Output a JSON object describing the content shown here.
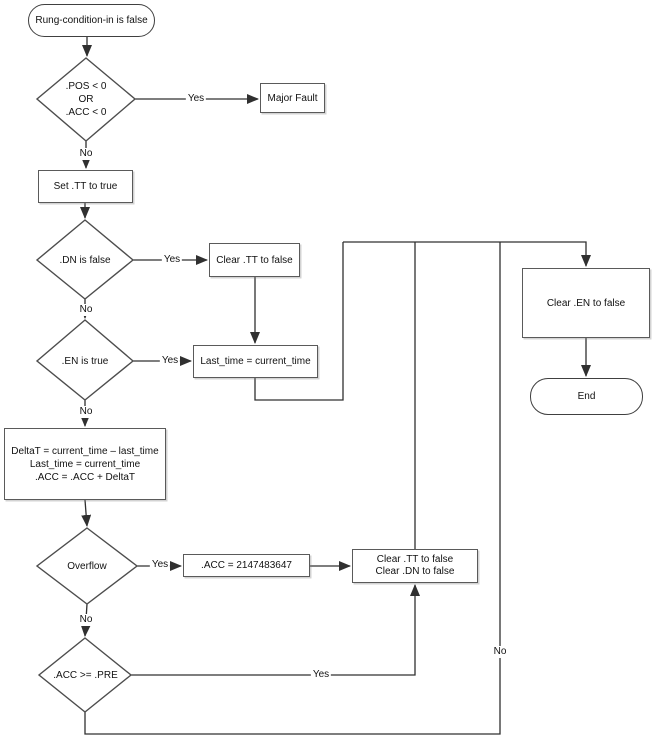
{
  "diagram": {
    "type": "flowchart",
    "nodes": {
      "start": "Rung-condition-in is false",
      "pre_check": [
        ".POS < 0",
        "OR",
        ".ACC < 0"
      ],
      "major_fault": "Major Fault",
      "set_tt": "Set .TT to true",
      "dn_check": ".DN is false",
      "clear_tt": "Clear .TT to false",
      "en_check": ".EN is true",
      "last_time": "Last_time = current_time",
      "delta": [
        "DeltaT = current_time – last_time",
        "Last_time = current_time",
        ".ACC = .ACC + DeltaT"
      ],
      "overflow_check": "Overflow",
      "acc_max": ".ACC = 2147483647",
      "clear_tt_dn": [
        "Clear .TT to false",
        "Clear .DN to false"
      ],
      "acc_pre_check": ".ACC >= .PRE",
      "clear_en": "Clear .EN to false",
      "end": "End"
    },
    "edge_labels": {
      "pre_yes": "Yes",
      "pre_no": "No",
      "dn_yes": "Yes",
      "dn_no": "No",
      "en_yes": "Yes",
      "en_no": "No",
      "overflow_yes": "Yes",
      "overflow_no": "No",
      "acc_pre_yes": "Yes",
      "acc_pre_no": "No"
    },
    "colors": {
      "background": "#ffffff",
      "connector": "#303030",
      "shape_border": "#5a5a5a",
      "text": "#111111"
    }
  }
}
